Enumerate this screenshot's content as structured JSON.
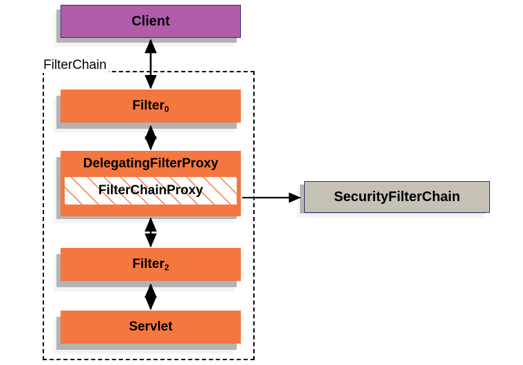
{
  "diagram": {
    "title": "Spring Security FilterChain / DelegatingFilterProxy diagram",
    "group": {
      "label": "FilterChain",
      "border_style": "dashed",
      "border_color": "#000000"
    },
    "colors": {
      "client_fill": "#b05cab",
      "client_border": "#2d2d7a",
      "filter_fill": "#f4773f",
      "filter_border": "#f4773f",
      "security_fill": "#c6c1b5",
      "security_border": "#33336b",
      "hatch_stroke": "#f4773f",
      "hatch_background": "#ffffff",
      "shadow_mid": "#b3b3b3",
      "shadow_light": "#f4f4f4",
      "arrow": "#000000",
      "text": "#000000"
    },
    "nodes": [
      {
        "id": "client",
        "label": "Client",
        "style": "client-box",
        "in_group": false
      },
      {
        "id": "filter0",
        "label": "Filter",
        "subscript": "0",
        "style": "orange-box",
        "in_group": true
      },
      {
        "id": "delegating-filter-proxy",
        "label": "DelegatingFilterProxy",
        "style": "orange-box-composite",
        "in_group": true,
        "inner": {
          "id": "filter-chain-proxy",
          "label": "FilterChainProxy",
          "fill": "hatched"
        }
      },
      {
        "id": "filter2",
        "label": "Filter",
        "subscript": "2",
        "style": "orange-box",
        "in_group": true
      },
      {
        "id": "servlet",
        "label": "Servlet",
        "style": "orange-box",
        "in_group": true
      },
      {
        "id": "security-filter-chain",
        "label": "SecurityFilterChain",
        "style": "gray-box",
        "in_group": false
      }
    ],
    "edges": [
      {
        "id": "e1",
        "from": "client",
        "to": "filter0",
        "arrow": "double"
      },
      {
        "id": "e2",
        "from": "filter0",
        "to": "delegating-filter-proxy",
        "arrow": "double"
      },
      {
        "id": "e3",
        "from": "delegating-filter-proxy",
        "to": "filter2",
        "arrow": "double"
      },
      {
        "id": "e4",
        "from": "filter2",
        "to": "servlet",
        "arrow": "double"
      },
      {
        "id": "e5",
        "from": "filter-chain-proxy",
        "to": "security-filter-chain",
        "arrow": "single"
      }
    ]
  }
}
